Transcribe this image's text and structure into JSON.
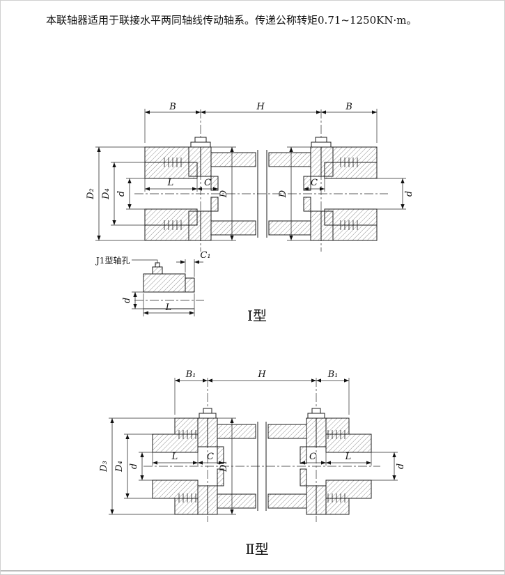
{
  "header": {
    "note": "本联轴器适用于联接水平两同轴线传动轴系。传递公称转矩0.71~1250KN·m。"
  },
  "type1": {
    "caption": "Ⅰ型",
    "detail_label": "J1型轴孔",
    "dims": {
      "b_left": "B",
      "h": "H",
      "b_right": "B",
      "l": "L",
      "c_left": "C",
      "c_right": "C",
      "d2": "D₂",
      "d4": "D₄",
      "bore_left": "d",
      "bore_right": "d",
      "flange_d_left": "D",
      "flange_d_right": "D",
      "c1": "C₁",
      "detail_l": "L",
      "detail_bore": "d"
    }
  },
  "type2": {
    "caption": "Ⅱ型",
    "dims": {
      "b1_left": "B₁",
      "h": "H",
      "b1_right": "B₁",
      "l_left": "L",
      "c_left": "C",
      "c_right": "C",
      "l_right": "L",
      "d3": "D₃",
      "d4": "D₄",
      "bore_left": "d",
      "bore_right": "d",
      "flange_d1": "D₁"
    }
  }
}
